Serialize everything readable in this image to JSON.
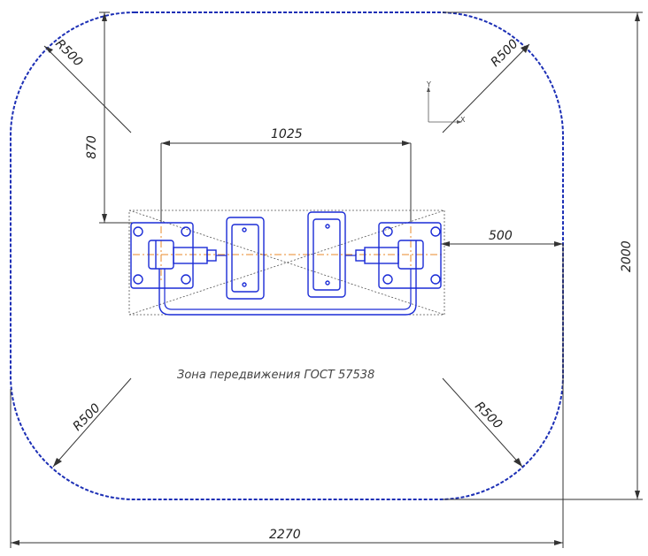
{
  "dimensions": {
    "width_total": "2270",
    "height_total": "2000",
    "center_span": "1025",
    "offset_vertical": "870",
    "offset_right": "500",
    "radius_top_left": "R500",
    "radius_top_right": "R500",
    "radius_bottom_left": "R500",
    "radius_bottom_right": "R500"
  },
  "zone_label": "Зона передвижения ГОСТ 57538",
  "axes": {
    "y": "Y",
    "x": "X"
  },
  "colors": {
    "zone_border": "#1c2fb5",
    "equipment": "#1a2bd6",
    "center_lines": "#e88a2a",
    "dimension_lines": "#333333",
    "hidden_lines": "#555555"
  }
}
